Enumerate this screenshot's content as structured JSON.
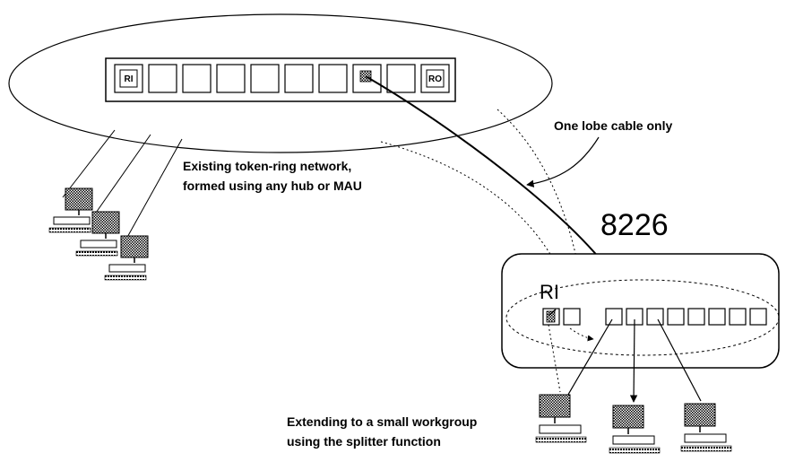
{
  "diagram": {
    "hub_labels": {
      "ring_in": "RI",
      "ring_out": "RO"
    },
    "existing_network_label_line1": "Existing token-ring network,",
    "existing_network_label_line2": "formed using any hub or MAU",
    "lobe_cable_label": "One lobe cable only",
    "device_model": "8226",
    "device_ri_label": "RI",
    "workgroup_label_line1": "Extending to a small workgroup",
    "workgroup_label_line2": "using the splitter function"
  }
}
